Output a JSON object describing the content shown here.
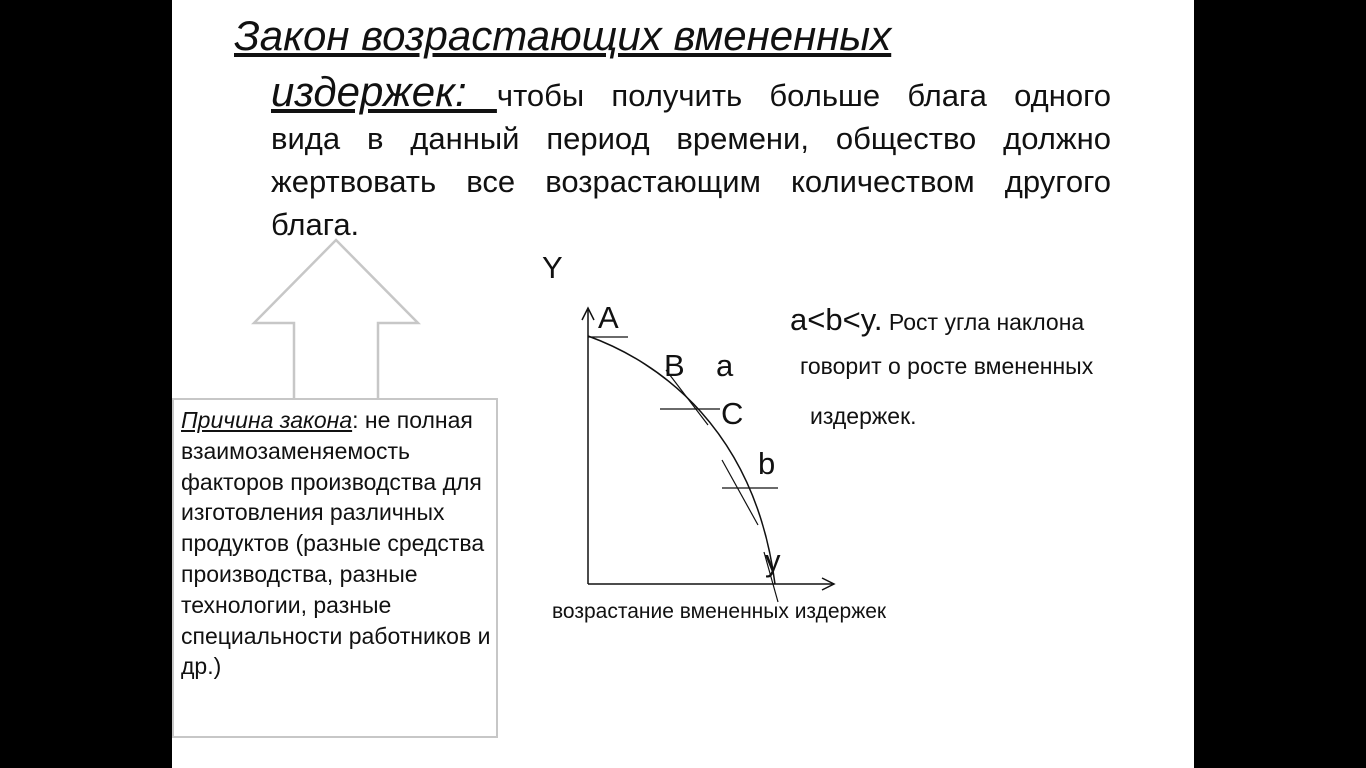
{
  "slide": {
    "title_line1": "Закон возрастающих вмененных",
    "lead_word": "издержек: ",
    "text_line1": "чтобы получить больше блага одного",
    "text_line2": "вида в данный период времени, общество должно",
    "text_line3": "жертвовать все возрастающим количеством другого",
    "text_line4": "блага."
  },
  "cause_box": {
    "label": "Причина закона",
    "text": ": не полная взаимозаменяемость факторов производства для изготовления различных продуктов (разные средства производства, разные технологии, разные специальности работников и др.)"
  },
  "graph": {
    "y_axis_label": "Y",
    "point_a": "A",
    "point_b": "B",
    "point_c": "C",
    "angle_a": "a",
    "angle_b": "b",
    "angle_y": "y",
    "caption": "возрастание вмененных издержек"
  },
  "note": {
    "formula": "a<b<y.",
    "text_1": " Рост угла наклона",
    "text_2": "говорит о росте вмененных",
    "text_3": "издержек."
  }
}
